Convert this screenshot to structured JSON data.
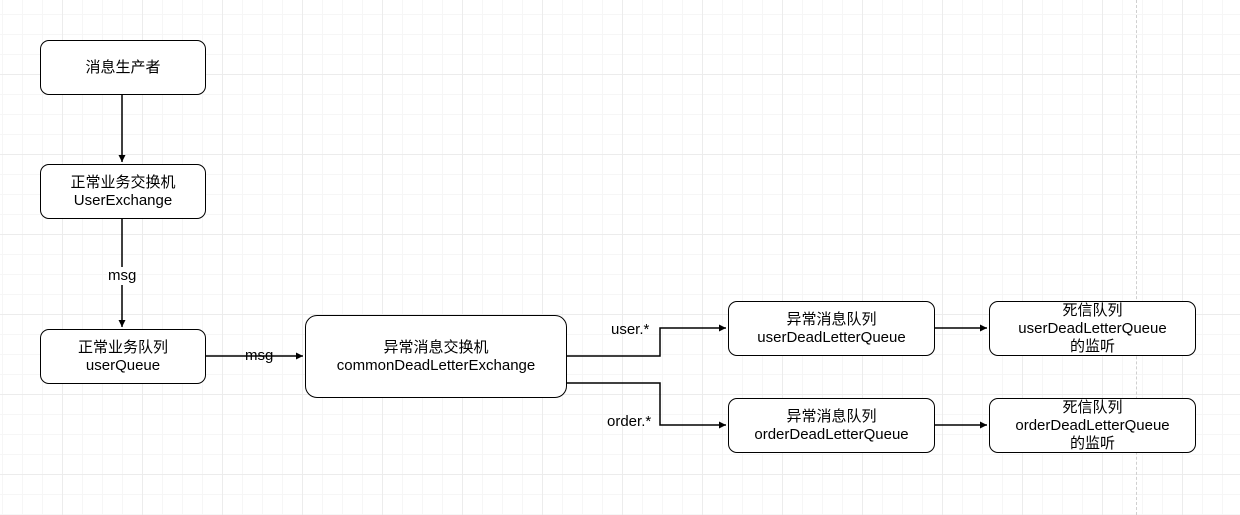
{
  "nodes": {
    "producer": {
      "line1": "消息生产者"
    },
    "user_exchange": {
      "line1": "正常业务交换机",
      "line2": "UserExchange"
    },
    "user_queue": {
      "line1": "正常业务队列",
      "line2": "userQueue"
    },
    "dead_letter_exchange": {
      "line1": "异常消息交换机",
      "line2": "commonDeadLetterExchange"
    },
    "user_dead_letter_queue": {
      "line1": "异常消息队列",
      "line2": "userDeadLetterQueue"
    },
    "order_dead_letter_queue": {
      "line1": "异常消息队列",
      "line2": "orderDeadLetterQueue"
    },
    "user_dlq_listener": {
      "line1": "死信队列",
      "line2": "userDeadLetterQueue",
      "line3": "的监听"
    },
    "order_dlq_listener": {
      "line1": "死信队列",
      "line2": "orderDeadLetterQueue",
      "line3": "的监听"
    }
  },
  "edge_labels": {
    "exchange_to_queue": "msg",
    "queue_to_dlx": "msg",
    "user_route": "user.*",
    "order_route": "order.*"
  }
}
